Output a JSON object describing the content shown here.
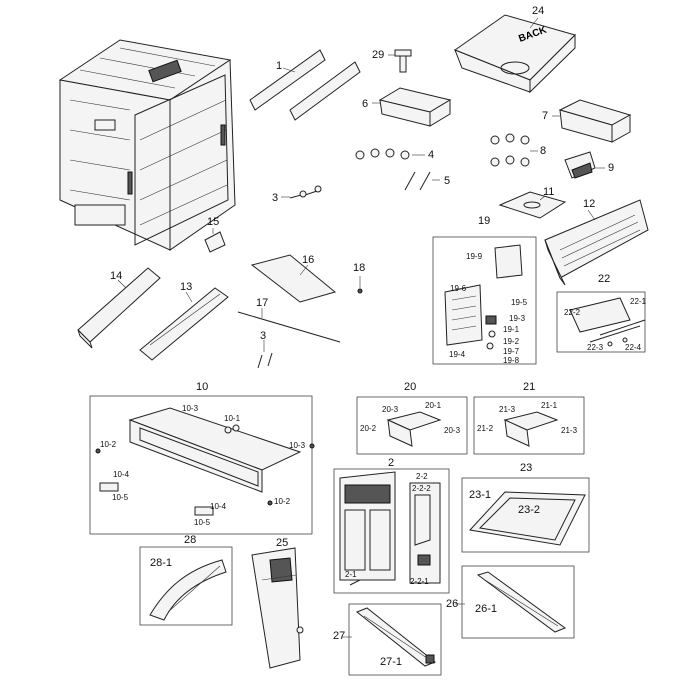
{
  "labels": {
    "l1": "1",
    "l2": "2",
    "l3a": "3",
    "l3b": "3",
    "l4": "4",
    "l5": "5",
    "l6": "6",
    "l7": "7",
    "l8": "8",
    "l9": "9",
    "l10": "10",
    "l11": "11",
    "l12": "12",
    "l13": "13",
    "l14": "14",
    "l15": "15",
    "l16": "16",
    "l17": "17",
    "l18": "18",
    "l19": "19",
    "l20": "20",
    "l21": "21",
    "l22": "22",
    "l23": "23",
    "l24": "24",
    "l25": "25",
    "l26": "26",
    "l27": "27",
    "l28": "28",
    "l29": "29",
    "s10_3a": "10-3",
    "s10_1": "10-1",
    "s10_2a": "10-2",
    "s10_3b": "10-3",
    "s10_4a": "10-4",
    "s10_5a": "10-5",
    "s10_2b": "10-2",
    "s10_4b": "10-4",
    "s10_5b": "10-5",
    "s19_9": "19-9",
    "s19_6": "19-6",
    "s19_5": "19-5",
    "s19_3": "19-3",
    "s19_1": "19-1",
    "s19_2": "19-2",
    "s19_4": "19-4",
    "s19_7": "19-7",
    "s19_8": "19-8",
    "s20_3a": "20-3",
    "s20_1": "20-1",
    "s20_2": "20-2",
    "s20_3b": "20-3",
    "s21_3a": "21-3",
    "s21_1": "21-1",
    "s21_2": "21-2",
    "s21_3b": "21-3",
    "s22_1": "22-1",
    "s22_2": "22-2",
    "s22_3": "22-3",
    "s22_4": "22-4",
    "s2_2": "2-2",
    "s2_2_2": "2-2-2",
    "s2_1": "2-1",
    "s2_2_1": "2-2-1",
    "s23_1": "23-1",
    "s23_2": "23-2",
    "s28_1": "28-1",
    "s26_1": "26-1",
    "s27_1": "27-1"
  },
  "bin_text": "BACK"
}
